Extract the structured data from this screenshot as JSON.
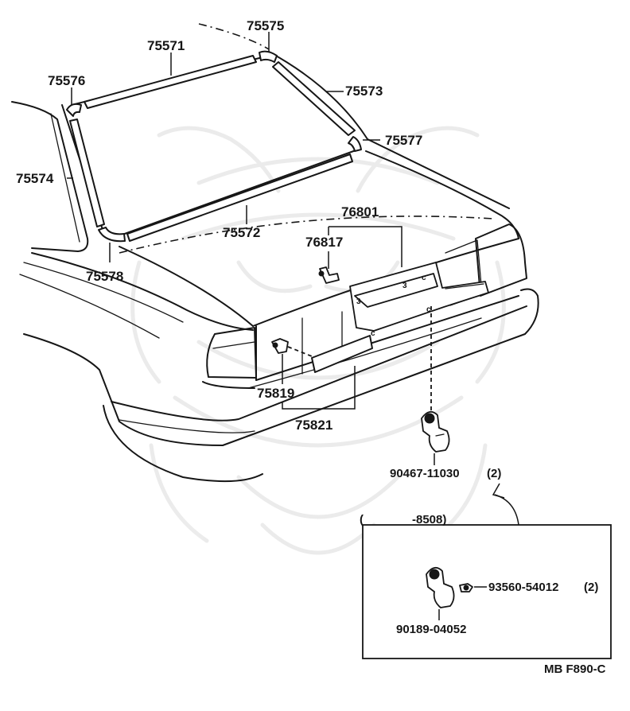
{
  "labels": {
    "p75575": "75575",
    "p75571": "75571",
    "p75576": "75576",
    "p75573": "75573",
    "p75577": "75577",
    "p75574": "75574",
    "p75572": "75572",
    "p75578": "75578",
    "p76801": "76801",
    "p76817": "76817",
    "p75819": "75819",
    "p75821": "75821",
    "p90467": "90467-11030",
    "p90467_qty": "(2)",
    "p93560": "93560-54012",
    "p93560_qty": "(2)",
    "p90189": "90189-04052"
  },
  "inset": {
    "range_open": "(",
    "range": "-8508)"
  },
  "plate_marks": [
    "3",
    "3",
    "c",
    "c",
    "c"
  ],
  "diagram_code": "MB F890-C",
  "watermark": "samurai-logo"
}
